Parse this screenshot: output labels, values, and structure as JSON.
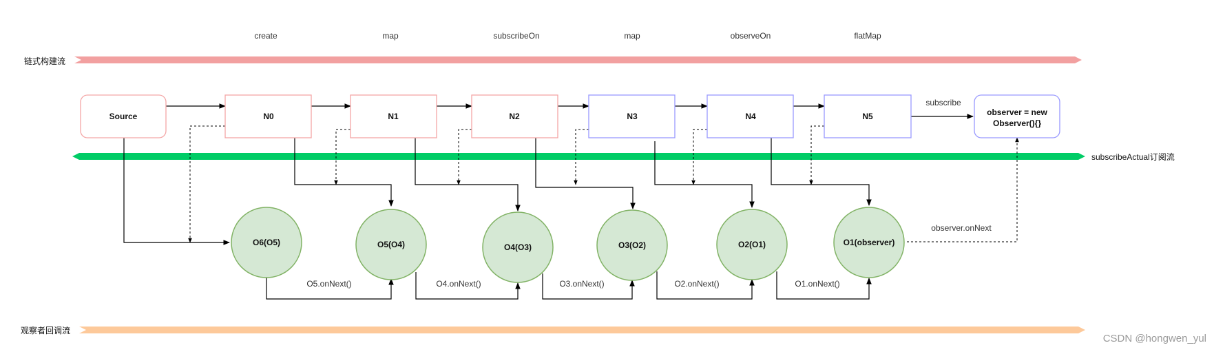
{
  "operators": [
    "create",
    "map",
    "subscribeOn",
    "map",
    "observeOn",
    "flatMap"
  ],
  "bands": {
    "build": {
      "label": "链式构建流",
      "color": "#f2a0a0"
    },
    "subscribe": {
      "label": "subscribeActual订阅流",
      "color": "#00cc66"
    },
    "callback": {
      "label": "观察者回调流",
      "color": "#fdc99a"
    }
  },
  "source": {
    "label": "Source",
    "border": "#f4a6a6"
  },
  "nodes": [
    {
      "label": "N0",
      "border": "#f4a6a6"
    },
    {
      "label": "N1",
      "border": "#f4a6a6"
    },
    {
      "label": "N2",
      "border": "#f4a6a6"
    },
    {
      "label": "N3",
      "border": "#9999ff"
    },
    {
      "label": "N4",
      "border": "#9999ff"
    },
    {
      "label": "N5",
      "border": "#9999ff"
    }
  ],
  "subscribe_label": "subscribe",
  "observer_box": {
    "line1": "observer = new",
    "line2": "Observer(){}",
    "border": "#9999ff"
  },
  "observers": [
    "O6(O5)",
    "O5(O4)",
    "O4(O3)",
    "O3(O2)",
    "O2(O1)",
    "O1(observer)"
  ],
  "observer_fill": "#d5e8d4",
  "observer_stroke": "#82b366",
  "on_next_labels": [
    "O5.onNext()",
    "O4.onNext()",
    "O3.onNext()",
    "O2.onNext()",
    "O1.onNext()"
  ],
  "observer_on_next": "observer.onNext",
  "watermark": "CSDN @hongwen_yul"
}
